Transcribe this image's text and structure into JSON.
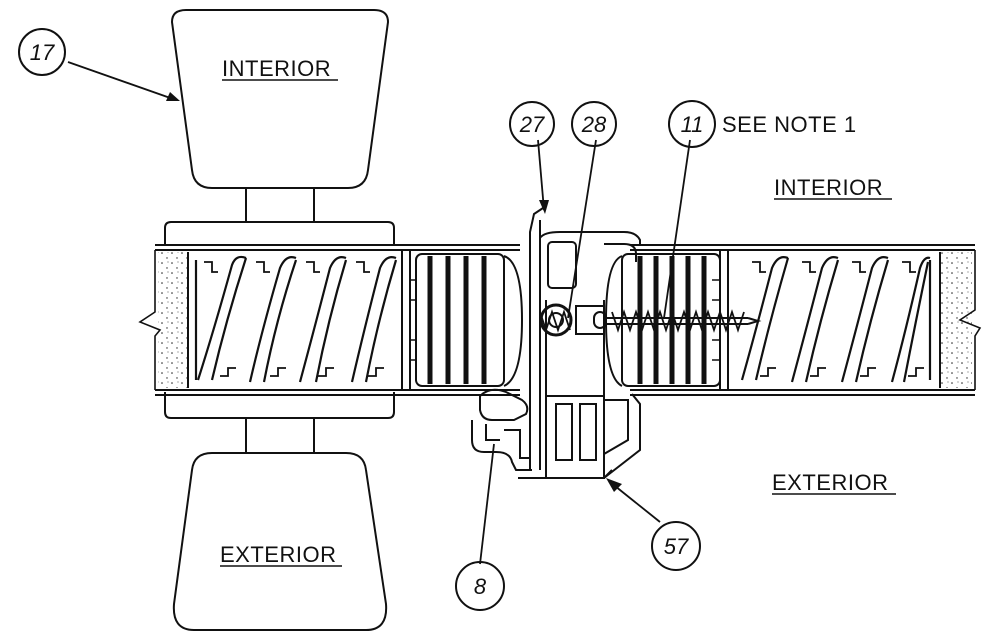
{
  "labels": {
    "interior_upper": "INTERIOR",
    "exterior_lower": "EXTERIOR",
    "interior_right": "INTERIOR",
    "exterior_right": "EXTERIOR",
    "see_note": "SEE NOTE 1"
  },
  "callouts": {
    "c17": "17",
    "c27": "27",
    "c28": "28",
    "c11": "11",
    "c8": "8",
    "c57": "57"
  },
  "colors": {
    "line": "#111111",
    "background": "#ffffff"
  }
}
